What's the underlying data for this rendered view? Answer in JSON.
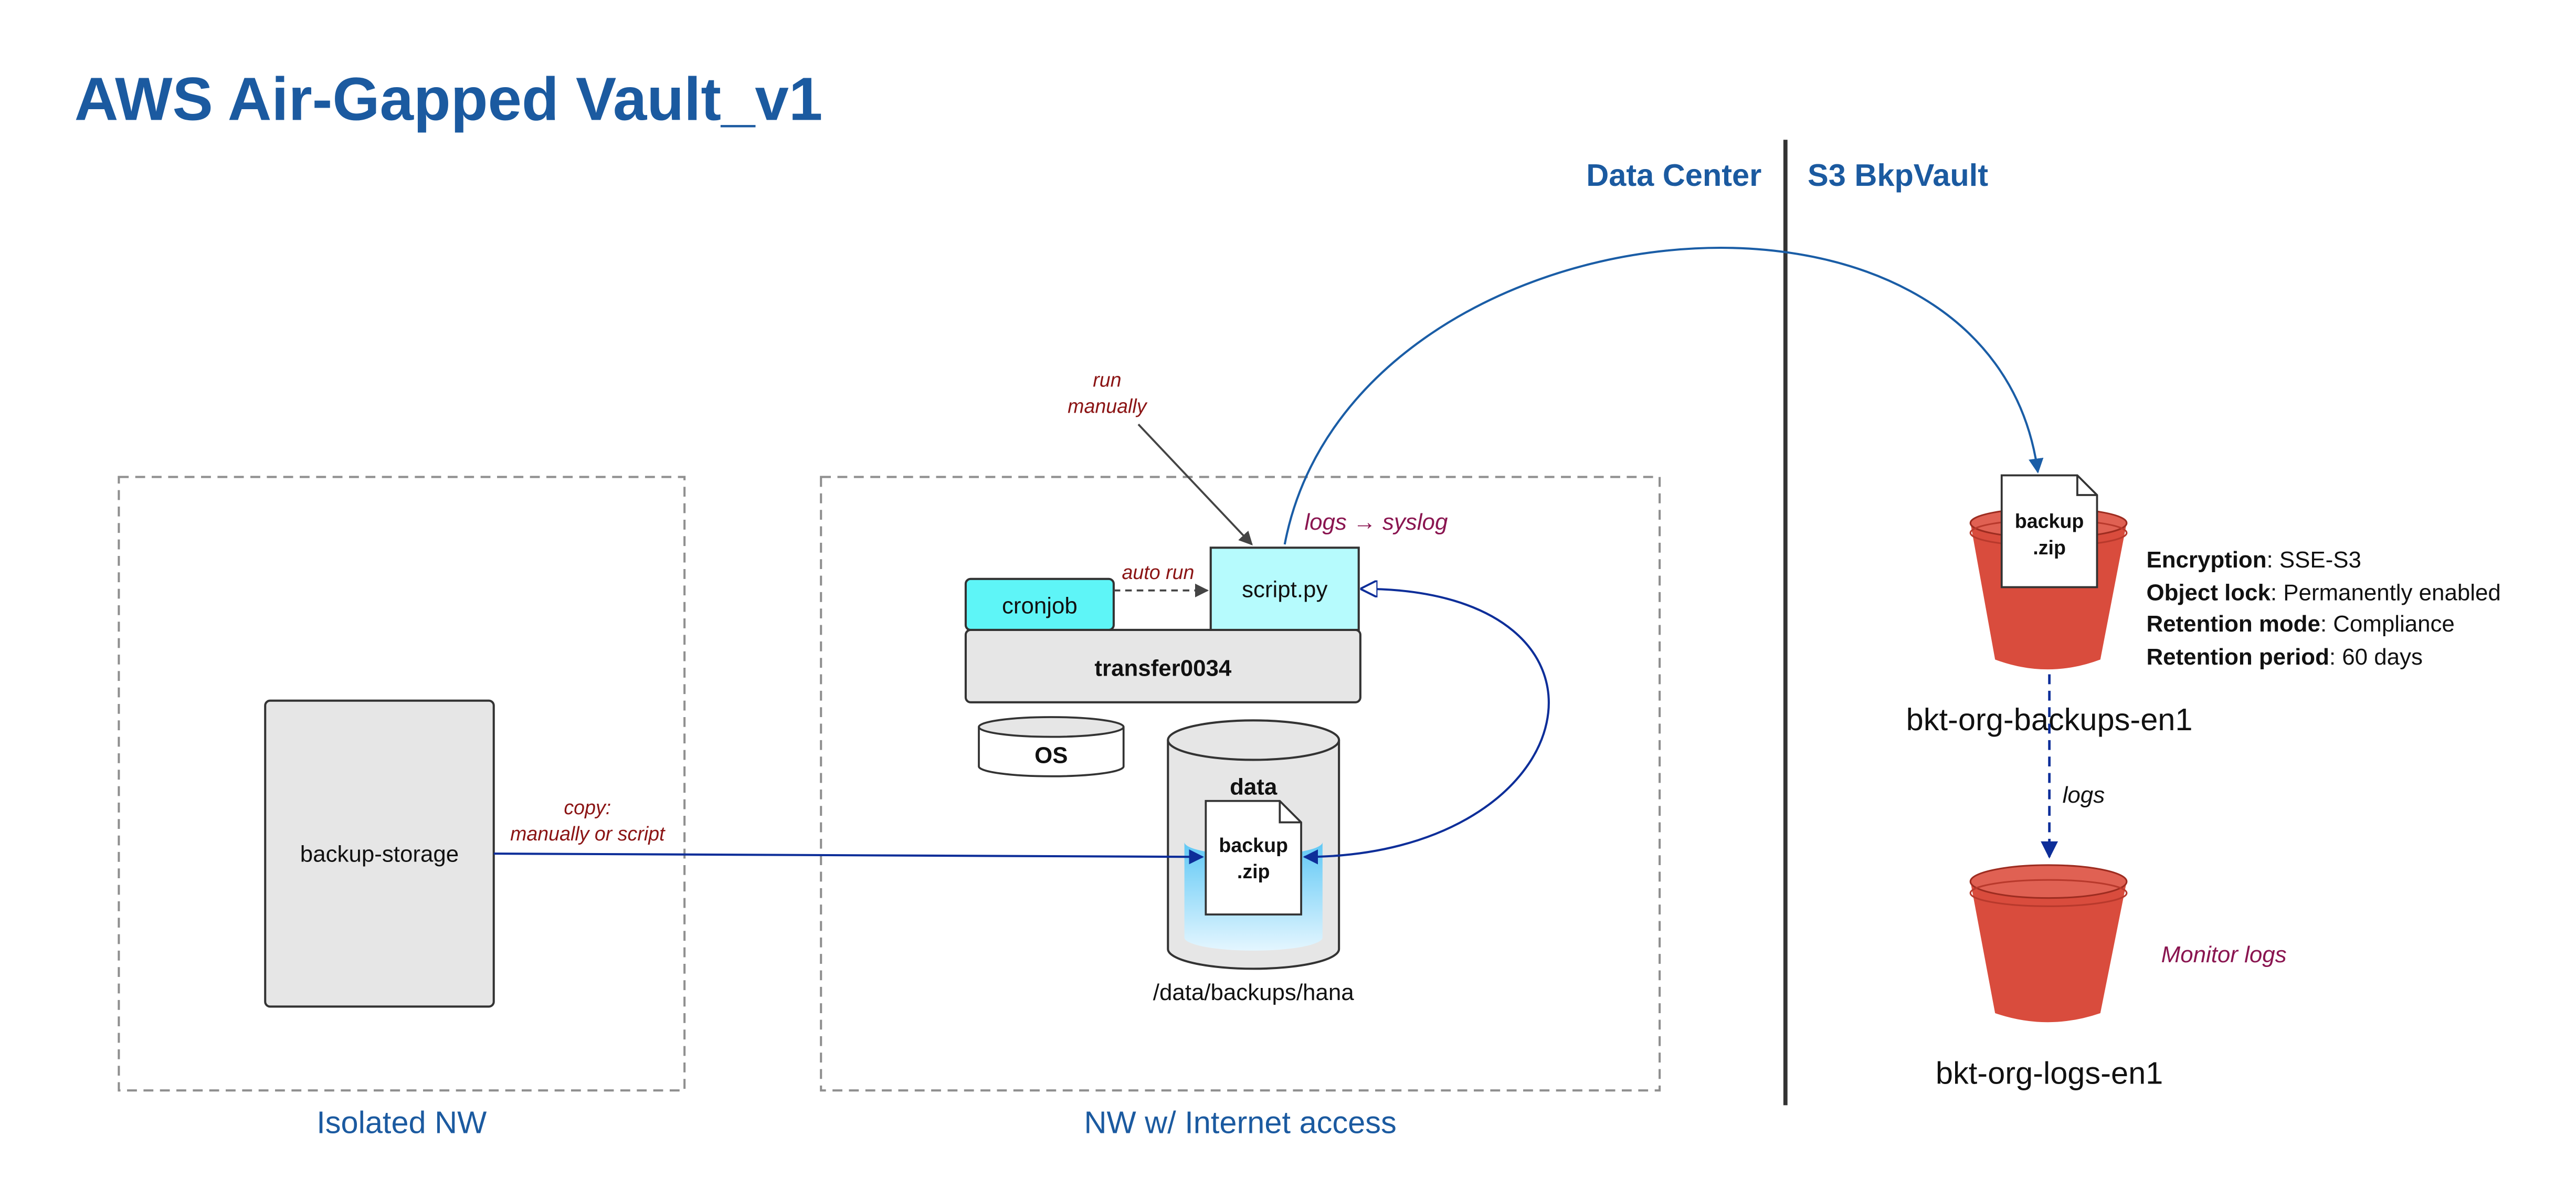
{
  "title": "AWS Air-Gapped Vault_v1",
  "sections": {
    "data_center": "Data Center",
    "s3_vault": "S3 BkpVault"
  },
  "zones": {
    "isolated": "Isolated NW",
    "internet": "NW w/ Internet access"
  },
  "nodes": {
    "backup_storage": "backup-storage",
    "cronjob": "cronjob",
    "script": "script.py",
    "server": "transfer0034",
    "os": "OS",
    "data_volume": "data",
    "data_file_line1": "backup",
    "data_file_line2": ".zip",
    "data_path": "/data/backups/hana",
    "bucket_file_line1": "backup",
    "bucket_file_line2": ".zip",
    "backups_bucket": "bkt-org-backups-en1",
    "logs_bucket": "bkt-org-logs-en1"
  },
  "annotations": {
    "run_line1": "run",
    "run_line2": "manually",
    "auto_run": "auto run",
    "copy_line1": "copy:",
    "copy_line2": "manually or script",
    "logs_syslog": "logs → syslog",
    "logs": "logs",
    "monitor_logs": "Monitor logs"
  },
  "bucket_settings": [
    {
      "key": "Encryption",
      "value": ": SSE-S3"
    },
    {
      "key": "Object lock",
      "value": ": Permanently enabled"
    },
    {
      "key": "Retention mode",
      "value": ": Compliance"
    },
    {
      "key": "Retention period",
      "value": ": 60 days"
    }
  ],
  "colors": {
    "title_blue": "#1b5aa0",
    "dark_red": "#8b1414",
    "magenta": "#8a1550",
    "arrow_navy": "#0d2e99",
    "arrow_blue": "#1a5da6",
    "cyan_box": "#b6fbfd",
    "cyan_dark": "#5ef5f7",
    "gray_fill": "#e6e6e6",
    "bucket_red": "#d94c3d"
  }
}
